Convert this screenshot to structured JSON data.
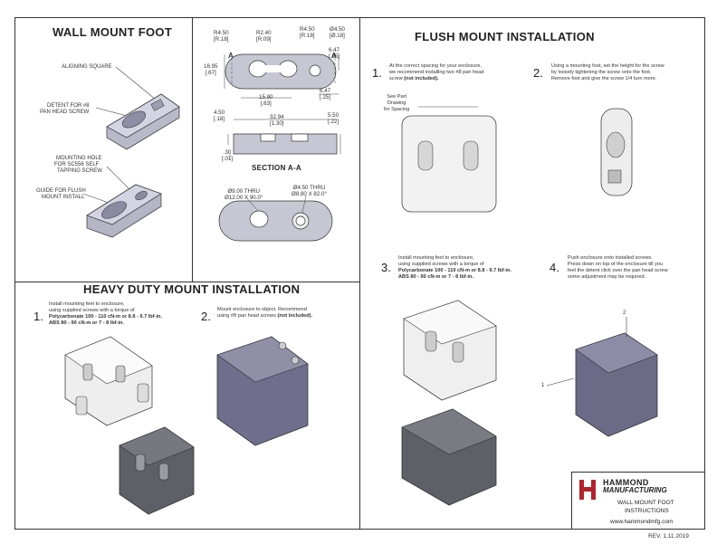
{
  "sections": {
    "wall_mount": {
      "title": "WALL MOUNT FOOT",
      "labels": {
        "aligning": "ALIGNING SQUARE",
        "detent_1": "DETENT FOR #8",
        "detent_2": "PAN HEAD SCREW",
        "mounting_1": "MOUNTING HOLE",
        "mounting_2": "FOR SC556 SELF",
        "mounting_3": "TAPPING SCREW",
        "guide_1": "GUIDE FOR FLUSH",
        "guide_2": "MOUNT INSTALL"
      }
    },
    "drawing": {
      "dims": {
        "r450": "R4.50",
        "r450_in": "[R.18]",
        "r240": "R2.40",
        "r240_in": "[R.09]",
        "r450b": "R4.50",
        "r450b_in": "[R.18]",
        "d450": "Ø4.50",
        "d450_in": "[Ø.18]",
        "h1695": "16.95",
        "h1695_in": "[.67]",
        "h647": "6.47",
        "h647_in": "[.25]",
        "w1590": "15.90",
        "w1590_in": "[.63]",
        "w647": "6.47",
        "w647_in": "[.25]",
        "h450": "4.50",
        "h450_in": "[.18]",
        "w3294": "32.94",
        "w3294_in": "[1.30]",
        "h550": "5.50",
        "h550_in": "[.22]",
        "h030": ".30",
        "h030_in": "[.01]",
        "thru1a": "Ø9.00 THRU",
        "thru1b": "Ø12.00 X 90.0°",
        "thru2a": "Ø4.50 THRU",
        "thru2b": "Ø8.80 X 82.0°",
        "a_left": "A",
        "a_right": "A"
      },
      "section_label": "SECTION A-A"
    },
    "flush": {
      "title": "FLUSH MOUNT INSTALLATION",
      "step1_num": "1.",
      "step1_l1": "At the correct spacing for your enclosure,",
      "step1_l2": "we recommend installing two #8 pan head",
      "step1_l3a": "screw ",
      "step1_l3b": "(not included).",
      "see_part_1": "See Part",
      "see_part_2": "Drawing",
      "see_part_3": "for Spacing",
      "step2_num": "2.",
      "step2_l1": "Using a mounting foot, set the height for the screw",
      "step2_l2": "by loosely tightening the screw onto the foot.",
      "step2_l3": "Remove foot and give the screw 1/4 turn more.",
      "step3_num": "3.",
      "step3_l1": "Install mounting feet to enclosure,",
      "step3_l2": "using supplied screws with a torque of",
      "step3_l3": "Polycarbonate 100 - 110 cN-m or 8.8 - 9.7 lbf-in.",
      "step3_l4": "ABS 80 - 90 cN-m or 7 - 8 lbf-in.",
      "step4_num": "4.",
      "step4_l1": "Push enclosure onto installed screws.",
      "step4_l2": "Press down on top of the enclosure till you",
      "step4_l3": "feel the detent click over the pan head screw",
      "step4_l4": "some adjustment may be required.",
      "callout_1": "1",
      "callout_2": "2"
    },
    "heavy": {
      "title": "HEAVY DUTY MOUNT INSTALLATION",
      "step1_num": "1.",
      "step1_l1": "Install mounting feet to enclosure,",
      "step1_l2": "using supplied screws with a torque of",
      "step1_l3": "Polycarbonate 100 - 110 cN-m or 8.8 - 9.7 lbf-in.",
      "step1_l4": "ABS 80 - 90 cN-m or 7 - 8 lbf-in.",
      "step2_num": "2.",
      "step2_l1": "Mount enclosure to object. Recommend",
      "step2_l2a": "using #8 pan head screws ",
      "step2_l2b": "(not included)."
    }
  },
  "title_block": {
    "brand_1": "HAMMOND",
    "brand_2": "MANUFACTURING",
    "doc_1": "WALL MOUNT FOOT",
    "doc_2": "INSTRUCTIONS",
    "url": "www.hammondmfg.com",
    "rev": "REV. 1.11.2019",
    "brand_color": "#b3222a"
  }
}
